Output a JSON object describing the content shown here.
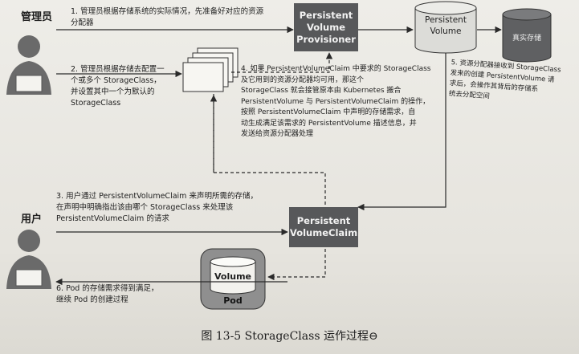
{
  "roles": {
    "admin": "管理员",
    "user": "用户"
  },
  "nodes": {
    "provisioner": "Persistent\nVolume\nProvisioner",
    "pv": "Persistent\nVolume",
    "real_storage": "真实存储",
    "pvc": "Persistent\nVolumeClaim",
    "volume": "Volume",
    "pod": "Pod"
  },
  "steps": {
    "s1": "1. 管理员根据存储系统的实际情况，先准备好对应的资源\n分配器",
    "s2": "2. 管理员根据存储去配置一\n个或多个 StorageClass，\n并设置其中一个为默认的\nStorageClass",
    "s3": "3. 用户通过 PersistentVolumeClaim 来声明所需的存储，\n在声明中明确指出该由哪个 StorageClass 来处理该\nPersistentVolumeClaim 的请求",
    "s4": "4. 如果 PersistentVolumeClaim 中要求的 StorageClass\n及它用到的资源分配器均可用，那这个\nStorageClass 就会接管原本由 Kubernetes 搬合\nPersistentVolume 与 PersistentVolumeClaim 的操作，\n按照 PersistentVolumeClaim 中声明的存储需求，自\n动生成满足该需求的 PersistentVolume 描述信息，并\n发送给资源分配器处理",
    "s5": "5. 资源分配器接收到 StorageClass\n发来的创建 PersistentVolume 请\n求后，会操作其背后的存储系\n统去分配空间",
    "s6": "6. Pod 的存储需求得到满足，\n继续 Pod 的创建过程"
  },
  "caption": "图 13-5   StorageClass 运作过程⊖",
  "colors": {
    "node_fill": "#57585a",
    "person_fill": "#6a6a6a",
    "cylinder_fill": "#dcdcd8",
    "pod_fill": "#8f8f8f",
    "line": "#2a2a2a"
  },
  "icons": [
    "admin-person-icon",
    "user-person-icon",
    "storageclass-stack-icon",
    "pv-cylinder-icon",
    "real-storage-cylinder-icon",
    "volume-cylinder-icon"
  ]
}
